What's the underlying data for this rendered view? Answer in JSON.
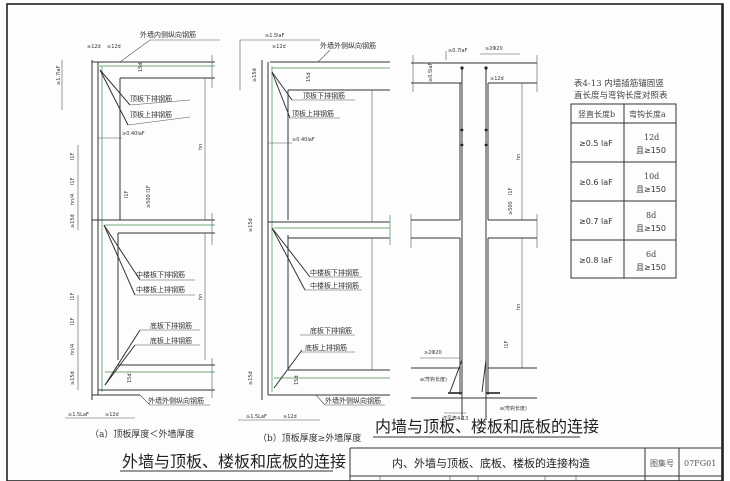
{
  "drawing": {
    "left_section": {
      "title": "外墙与顶板、楼板和底板的连接",
      "detail_a": {
        "caption": "（a）顶板厚度＜外墙厚度",
        "labels": {
          "outer_wall_inner_bar": "外墙内侧纵向钢筋",
          "roof_lower_bar": "顶板下排钢筋",
          "roof_upper_bar": "顶板上排钢筋",
          "mid_lower_bar": "中楼板下排钢筋",
          "mid_upper_bar": "中楼板上排钢筋",
          "base_lower_bar": "底板下排钢筋",
          "base_upper_bar": "底板上排钢筋",
          "outer_wall_outer_bar": "外墙外侧纵向钢筋"
        },
        "dims": {
          "d12a": "≥12d",
          "d12b": "≥12d",
          "d17": "≥1.7laF",
          "d04": "≥0.40laF",
          "d15": "≥15d",
          "d15b": "≥15d",
          "l1f": "l1F",
          "hn4": "hn/4",
          "hn": "hn",
          "d15s": "15d",
          "d15L": "≥1.5LaF",
          "d12c": "≥12d",
          "note": "≥500 l1F"
        }
      },
      "detail_b": {
        "caption": "（b）顶板厚度≥外墙厚度",
        "labels": {
          "outer_wall_outer_bar_top": "外墙外侧纵向钢筋",
          "roof_lower_bar": "顶板下排钢筋",
          "roof_upper_bar": "顶板上排钢筋",
          "mid_lower_bar": "中楼板下排钢筋",
          "mid_upper_bar": "中楼板上排钢筋",
          "base_lower_bar": "底板下排钢筋",
          "base_upper_bar": "底板上排钢筋",
          "outer_wall_outer_bar": "外墙外侧纵向钢筋"
        },
        "dims": {
          "d15L": "≥1.5laF",
          "d12": "≥12d",
          "d15": "≥15d",
          "d04": "≥0.40laF",
          "d15s": "15d",
          "d15L_b": "≥1.5LaF",
          "d12_b": "≥12d"
        }
      }
    },
    "right_section": {
      "title": "内墙与顶板、楼板和底板的连接",
      "dims": {
        "d07": "≥0.7laF",
        "bars_top": "≥2Φ20",
        "d05": "≥0.5laF",
        "d12": "≥12d",
        "hn": "hn",
        "l1f": "l1F",
        "d500": "≥500",
        "bars_bottom": "≥2Φ20",
        "hook_a": "a(弯钩长度)",
        "hook_a2": "a(弯钩长度)",
        "see_table": "详见表4-13"
      }
    },
    "table": {
      "caption_line1": "表4-13 内墙插筋锚固竖",
      "caption_line2": "直长度与弯钩长度对照表",
      "headers": [
        "竖直长度b",
        "弯钩长度a"
      ],
      "rows": [
        {
          "b": "≥0.5  laF",
          "a1": "12d",
          "a2": "且≥150"
        },
        {
          "b": "≥0.6  laF",
          "a1": "10d",
          "a2": "且≥150"
        },
        {
          "b": "≥0.7  laF",
          "a1": "8d",
          "a2": "且≥150"
        },
        {
          "b": "≥0.8  laF",
          "a1": "6d",
          "a2": "且≥150"
        }
      ]
    },
    "title_block": {
      "title": "内、外墙与顶板、底板、楼板的连接构造",
      "atlas_label": "图集号",
      "atlas_no": "07FG01"
    }
  }
}
